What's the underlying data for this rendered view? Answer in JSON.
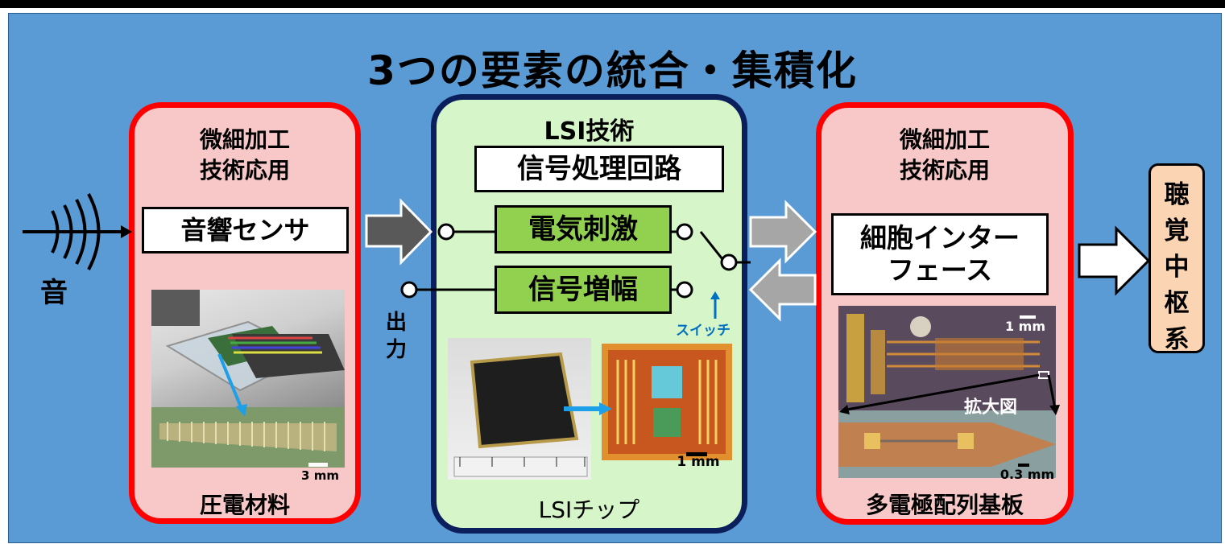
{
  "title": "3つの要素の統合・集積化",
  "input_label": "音",
  "left_block": {
    "heading_line1": "微細加工",
    "heading_line2": "技術応用",
    "sensor": "音響センサ",
    "scale": "3 mm",
    "caption": "圧電材料"
  },
  "center_block": {
    "heading": "LSI技術",
    "signal_box": "信号処理回路",
    "stim": "電気刺激",
    "amp": "信号増幅",
    "output_label": "出力",
    "switch_label": "スイッチ",
    "scale": "1 mm",
    "caption": "LSIチップ"
  },
  "right_block": {
    "heading_line1": "微細加工",
    "heading_line2": "技術応用",
    "interface_line1": "細胞インター",
    "interface_line2": "フェース",
    "scale_top": "1 mm",
    "zoom_label": "拡大図",
    "scale_bottom": "0.3 mm",
    "caption": "多電極配列基板"
  },
  "output_target": [
    "聴",
    "覚",
    "中",
    "枢",
    "系"
  ],
  "colors": {
    "background": "#5b9bd5",
    "side_fill": "#f8c8c8",
    "side_border": "#ff0000",
    "center_fill": "#d6f5c9",
    "center_border": "#0b1f5c",
    "green_box": "#92d050",
    "target_fill": "#fbd4b4",
    "switch_blue": "#0070c0"
  }
}
